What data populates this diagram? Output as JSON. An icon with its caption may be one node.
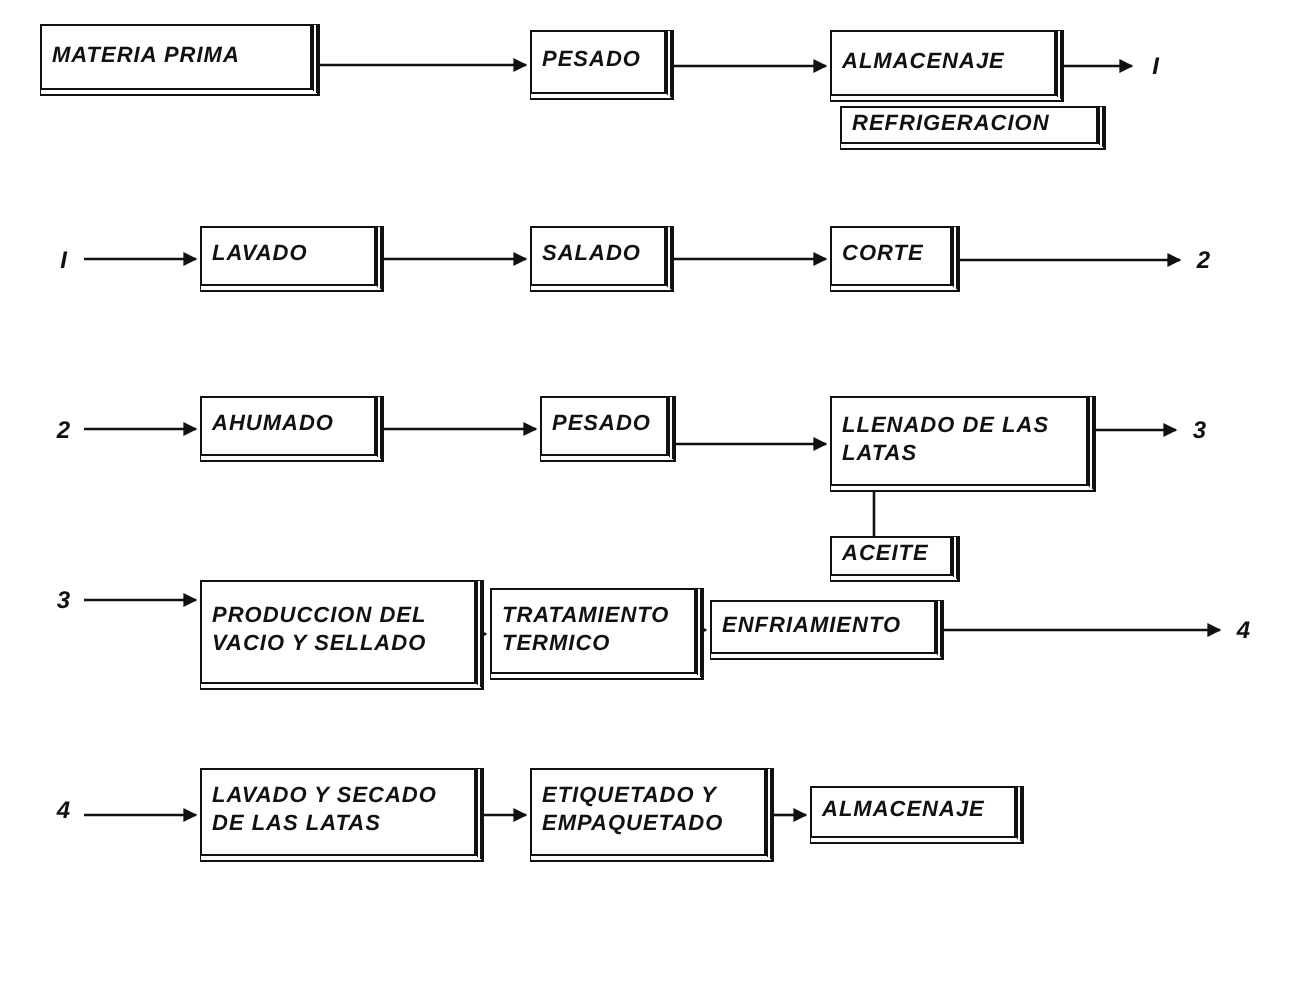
{
  "diagram": {
    "nodes": [
      {
        "text": [
          "MATERIA PRIMA"
        ]
      },
      {
        "text": [
          "PESADO"
        ]
      },
      {
        "text": [
          "ALMACENAJE"
        ]
      },
      {
        "text": [
          "I"
        ]
      },
      {
        "text": [
          "REFRIGERACION"
        ]
      },
      {
        "text": [
          "I"
        ]
      },
      {
        "text": [
          "LAVADO"
        ]
      },
      {
        "text": [
          "SALADO"
        ]
      },
      {
        "text": [
          "CORTE"
        ]
      },
      {
        "text": [
          "2"
        ]
      },
      {
        "text": [
          "2"
        ]
      },
      {
        "text": [
          "AHUMADO"
        ]
      },
      {
        "text": [
          "PESADO"
        ]
      },
      {
        "text": [
          "LLENADO DE LAS LATAS"
        ]
      },
      {
        "text": [
          "3"
        ]
      },
      {
        "text": [
          "ACEITE"
        ]
      },
      {
        "text": [
          "3"
        ]
      },
      {
        "text": [
          "PRODUCCION DEL VACIO Y SELLADO"
        ]
      },
      {
        "text": [
          "TRATAMIENTO TERMICO"
        ]
      },
      {
        "text": [
          "ENFRIAMIENTO"
        ]
      },
      {
        "text": [
          "4"
        ]
      },
      {
        "text": [
          "4"
        ]
      },
      {
        "text": [
          "LAVADO Y SECADO DE LAS LATAS"
        ]
      },
      {
        "text": [
          "ETIQUETADO Y EMPAQUETADO"
        ]
      },
      {
        "text": [
          "ALMACENAJE"
        ]
      }
    ],
    "edges": [
      {
        "from": 0,
        "to": 1,
        "arrow": "to"
      },
      {
        "from": 1,
        "to": 2,
        "arrow": "to"
      },
      {
        "from": 2,
        "to": 3,
        "arrow": "to"
      },
      {
        "from": 5,
        "to": 6,
        "arrow": "to"
      },
      {
        "from": 6,
        "to": 7,
        "arrow": "to"
      },
      {
        "from": 7,
        "to": 8,
        "arrow": "to"
      },
      {
        "from": 8,
        "to": 9,
        "arrow": "to"
      },
      {
        "from": 10,
        "to": 11,
        "arrow": "to"
      },
      {
        "from": 11,
        "to": 12,
        "arrow": "to"
      },
      {
        "from": 12,
        "to": 13,
        "arrow": "to"
      },
      {
        "from": 13,
        "to": 14,
        "arrow": "to"
      },
      {
        "from": 13,
        "to": 15,
        "arrow": "none"
      },
      {
        "from": 16,
        "to": 17,
        "arrow": "to"
      },
      {
        "from": 17,
        "to": 18,
        "arrow": "to"
      },
      {
        "from": 18,
        "to": 19,
        "arrow": "to"
      },
      {
        "from": 19,
        "to": 20,
        "arrow": "to"
      },
      {
        "from": 21,
        "to": 22,
        "arrow": "to"
      },
      {
        "from": 22,
        "to": 23,
        "arrow": "to"
      },
      {
        "from": 23,
        "to": 24,
        "arrow": "to"
      }
    ]
  }
}
